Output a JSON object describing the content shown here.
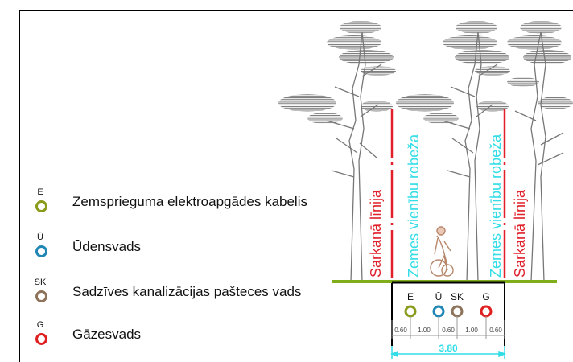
{
  "legend": [
    {
      "code": "E",
      "label": "Zemsprieguma elektroapgādes kabelis",
      "color": "#8a9a1a"
    },
    {
      "code": "Ū",
      "label": "Ūdensvads",
      "color": "#1f86b5"
    },
    {
      "code": "SK",
      "label": "Sadzīves kanalizācijas pašteces vads",
      "color": "#8d735a"
    },
    {
      "code": "G",
      "label": "Gāzesvads",
      "color": "#e02020"
    }
  ],
  "section": {
    "red_line_label": "Sarkanā līnija",
    "boundary_label": "Zemes vienību robeža",
    "pipe_codes": [
      "E",
      "Ū",
      "SK",
      "G"
    ],
    "spacings": [
      "0.60",
      "1.00",
      "0.60",
      "1.00",
      "0.60"
    ],
    "total_width": "3.80"
  },
  "colors": {
    "red_line": "#e0202a",
    "boundary": "#33dde6",
    "ground": "#7fae1a",
    "tree": "#777777"
  }
}
